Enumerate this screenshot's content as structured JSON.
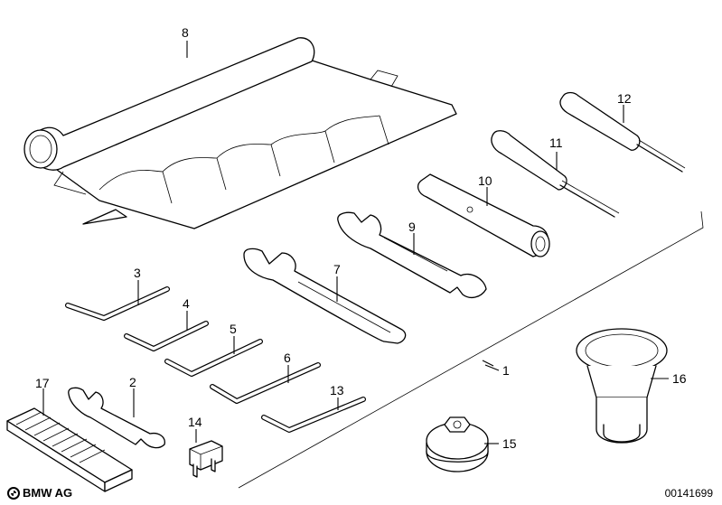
{
  "diagram": {
    "callouts": [
      {
        "id": "1",
        "label": "1"
      },
      {
        "id": "2",
        "label": "2"
      },
      {
        "id": "3",
        "label": "3"
      },
      {
        "id": "4",
        "label": "4"
      },
      {
        "id": "5",
        "label": "5"
      },
      {
        "id": "6",
        "label": "6"
      },
      {
        "id": "7",
        "label": "7"
      },
      {
        "id": "8",
        "label": "8"
      },
      {
        "id": "9",
        "label": "9"
      },
      {
        "id": "10",
        "label": "10"
      },
      {
        "id": "11",
        "label": "11"
      },
      {
        "id": "12",
        "label": "12"
      },
      {
        "id": "13",
        "label": "13"
      },
      {
        "id": "14",
        "label": "14"
      },
      {
        "id": "15",
        "label": "15"
      },
      {
        "id": "16",
        "label": "16"
      },
      {
        "id": "17",
        "label": "17"
      }
    ]
  },
  "footer": {
    "brand": "BMW AG",
    "logo_icon": "bmw-roundel-icon",
    "document_number": "00141699"
  }
}
